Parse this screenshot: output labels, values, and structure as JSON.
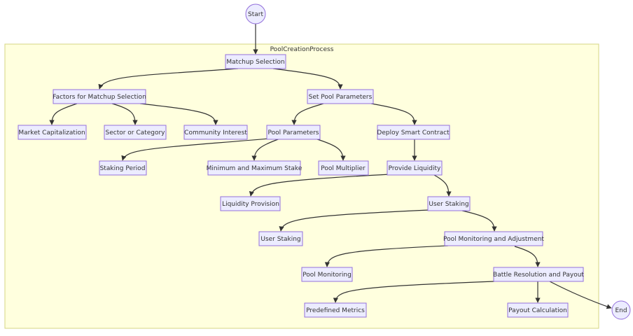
{
  "cluster": {
    "label": "PoolCreationProcess"
  },
  "nodes": {
    "start": "Start",
    "end": "End",
    "matchup_selection": "Matchup Selection",
    "factors_for_matchup_selection": "Factors for Matchup Selection",
    "set_pool_parameters": "Set Pool Parameters",
    "market_capitalization": "Market Capitalization",
    "sector_or_category": "Sector or Category",
    "community_interest": "Community Interest",
    "pool_parameters": "Pool Parameters",
    "deploy_smart_contract": "Deploy Smart Contract",
    "staking_period": "Staking Period",
    "minimum_and_maximum_stake": "Minimum and Maximum Stake",
    "pool_multiplier": "Pool Multiplier",
    "provide_liquidity": "Provide Liquidity",
    "liquidity_provision": "Liquidity Provision",
    "user_staking_main": "User Staking",
    "user_staking_sub": "User Staking",
    "pool_monitoring_and_adjustment": "Pool Monitoring and Adjustment",
    "pool_monitoring": "Pool Monitoring",
    "battle_resolution_and_payout": "Battle Resolution and Payout",
    "predefined_metrics": "Predefined Metrics",
    "payout_calculation": "Payout Calculation"
  }
}
